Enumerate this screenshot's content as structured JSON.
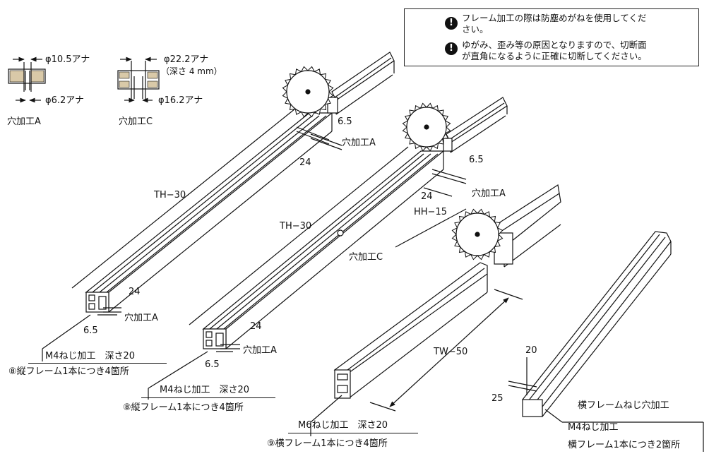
{
  "safety_notes": {
    "glasses_icon": "safety-goggles-icon",
    "warning_icon": "exclamation-icon",
    "note1_line1": "フレーム加工の際は防塵めがねを使用してくだ",
    "note1_line2": "さい。",
    "note2_line1": "ゆがみ、歪み等の原因となりますので、切断面",
    "note2_line2": "が直角になるように正確に切断してください。"
  },
  "hole_a": {
    "top_dim": "φ10.5アナ",
    "bottom_dim": "φ6.2アナ",
    "title": "穴加工A"
  },
  "hole_c": {
    "top_dim": "φ22.2アナ",
    "depth": "（深さ 4 mm）",
    "bottom_dim": "φ16.2アナ",
    "title": "穴加工C"
  },
  "frame1": {
    "name": "TH−30",
    "top_dim_65": "6.5",
    "top_dim_24": "24",
    "top_hole": "穴加工A",
    "bottom_dim_24": "24",
    "bottom_dim_65": "6.5",
    "bottom_hole": "穴加工A",
    "tap_label": "M4ねじ加工　深さ20",
    "tap_note": "⑧縦フレーム1本につき4箇所"
  },
  "frame2": {
    "name": "TH−30",
    "top_dim_65": "6.5",
    "top_dim_24": "24",
    "top_hole": "穴加工A",
    "hh_label": "HH−15",
    "mid_hole": "穴加工C",
    "bottom_dim_24": "24",
    "bottom_dim_65": "6.5",
    "bottom_hole": "穴加工A",
    "tap_label": "M4ねじ加工　深さ20",
    "tap_note": "⑧縦フレーム1本につき4箇所"
  },
  "frame3": {
    "name": "TW−50",
    "tap_label": "M6ねじ加工　深さ20",
    "tap_note": "⑨横フレーム1本につき4箇所"
  },
  "frame4": {
    "dim_20": "20",
    "dim_25": "25",
    "title": "横フレームねじ穴加工",
    "tap_label": "M4ねじ加工",
    "tap_note": "横フレーム1本につき2箇所"
  }
}
